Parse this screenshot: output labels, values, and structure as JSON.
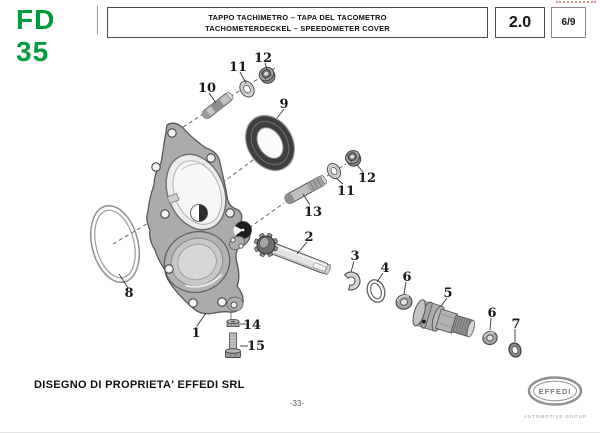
{
  "header": {
    "model": "FD 35",
    "title_line1": "TAPPO TACHIMETRO – TAPA DEL TACOMETRO",
    "title_line2": "TACHOMETERDECKEL – SPEEDOMETER COVER",
    "section": "2.0",
    "sheet_index": "6/9"
  },
  "diagram": {
    "description": "Exploded view of speedometer cover assembly",
    "part_labels": [
      "10",
      "11",
      "12",
      "9",
      "13",
      "11",
      "12",
      "2",
      "3",
      "4",
      "6",
      "5",
      "6",
      "7",
      "8",
      "1",
      "14",
      "15"
    ]
  },
  "footer": {
    "property_note": "DISEGNO DI PROPRIETA' EFFEDI SRL",
    "page_number": "-33-",
    "logo_text": "EFFEDI",
    "logo_subtext": "AUTOMOTIVE GROUP"
  },
  "colors": {
    "brand_green": "#009B3A",
    "line_dark": "#333333"
  }
}
